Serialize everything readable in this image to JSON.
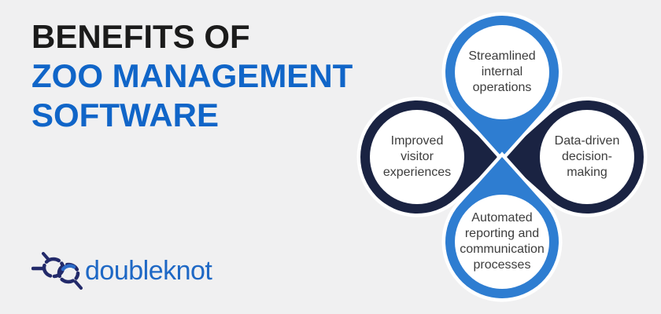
{
  "colors": {
    "background": "#f0f0f1",
    "blue": "#2e7dd1",
    "navy": "#1a2342",
    "title_dark": "#1b1b1b",
    "title_accent": "#1065c8",
    "node_text": "#3d3d3d",
    "logo_blue": "#1e68c5",
    "logo_navy": "#232a6a",
    "white": "#ffffff"
  },
  "title": {
    "line1": "BENEFITS OF",
    "line2": "ZOO MANAGEMENT",
    "line3": "SOFTWARE"
  },
  "diagram": {
    "nodes": [
      {
        "id": "top",
        "label": "Streamlined\ninternal\noperations"
      },
      {
        "id": "left",
        "label": "Improved\nvisitor\nexperiences"
      },
      {
        "id": "right",
        "label": "Data-driven\ndecision-\nmaking"
      },
      {
        "id": "bottom",
        "label": "Automated\nreporting and\ncommunication\nprocesses"
      }
    ]
  },
  "logo": {
    "text": "doubleknot",
    "icon": "knot-icon"
  }
}
